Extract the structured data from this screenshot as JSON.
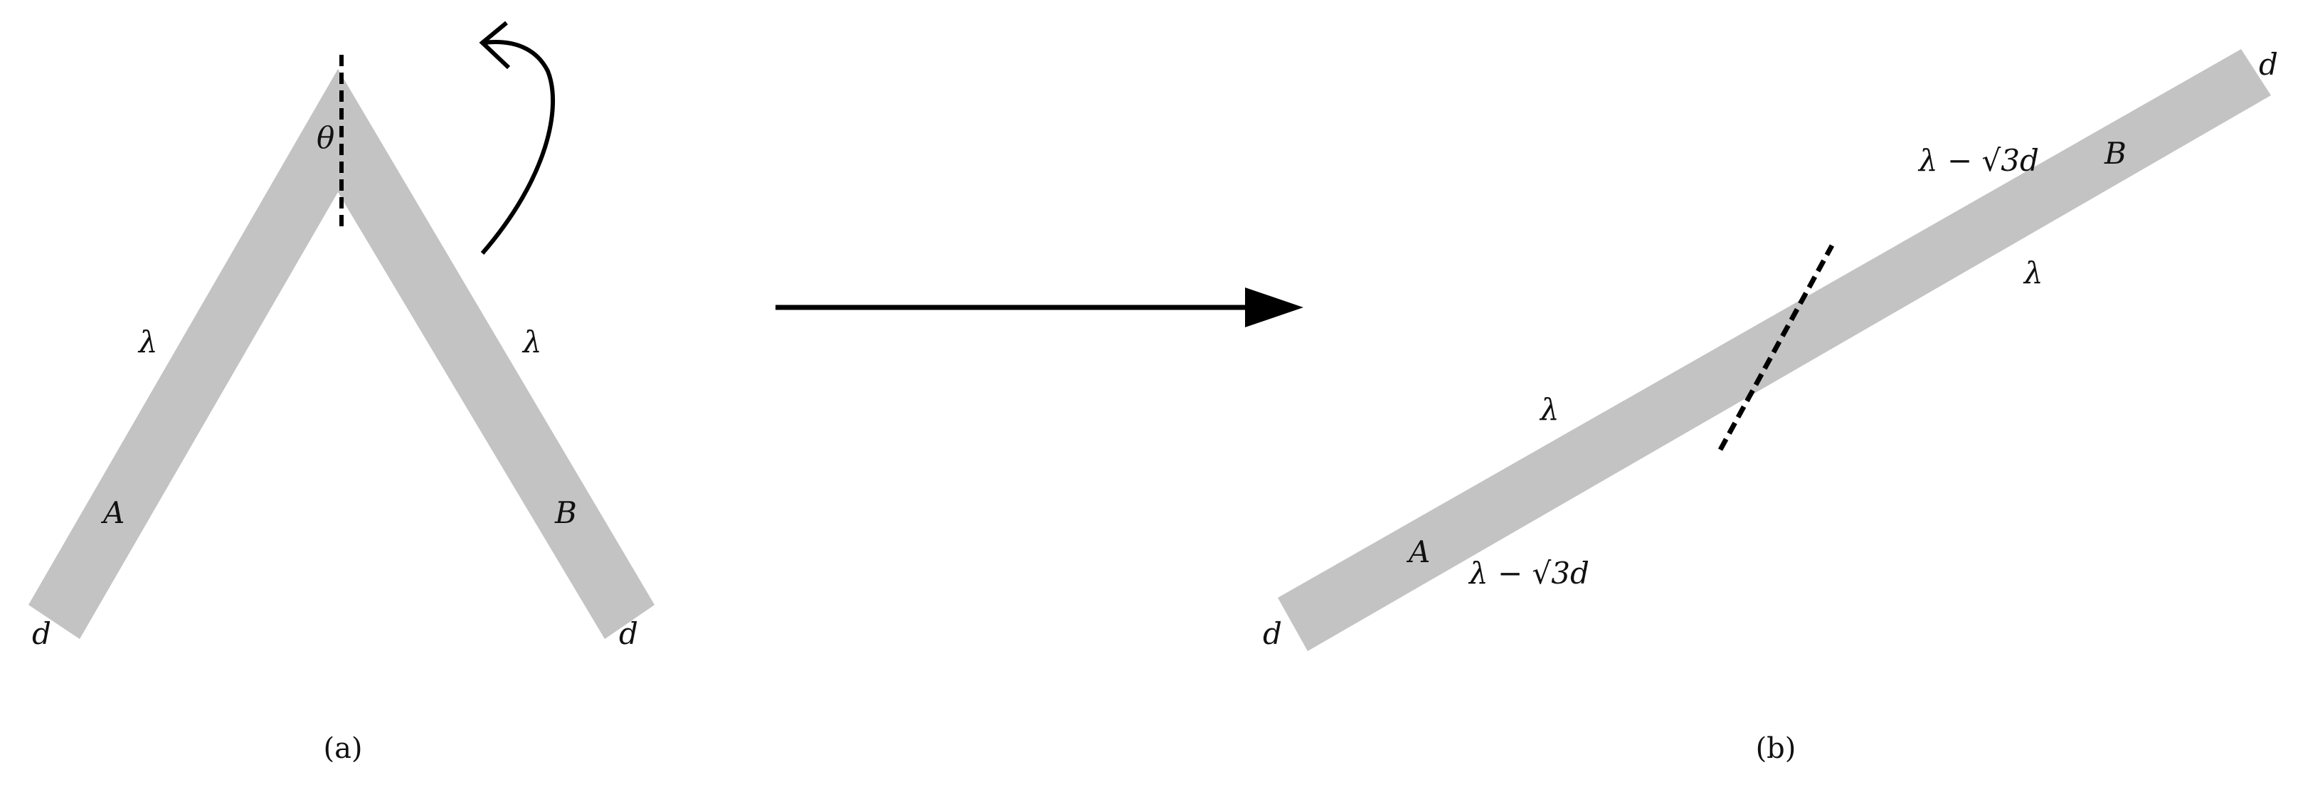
{
  "colors": {
    "beam": "#c3c3c3",
    "ink": "#000000"
  },
  "panel_a": {
    "caption": "(a)",
    "angle_label": "θ",
    "left_arm": {
      "length_label": "λ",
      "name_label": "A",
      "width_label": "d"
    },
    "right_arm": {
      "length_label": "λ",
      "name_label": "B",
      "width_label": "d"
    },
    "icons": {
      "rotate": "curved-rotation-arrow-icon"
    }
  },
  "transition": {
    "icon": "right-arrow-icon"
  },
  "panel_b": {
    "caption": "(b)",
    "segment_a": {
      "name_label": "A",
      "upper_length_label": "λ",
      "lower_length_label": "λ − √3d",
      "width_label": "d"
    },
    "segment_b": {
      "name_label": "B",
      "upper_length_label": "λ − √3d",
      "lower_length_label": "λ",
      "width_label": "d"
    }
  }
}
